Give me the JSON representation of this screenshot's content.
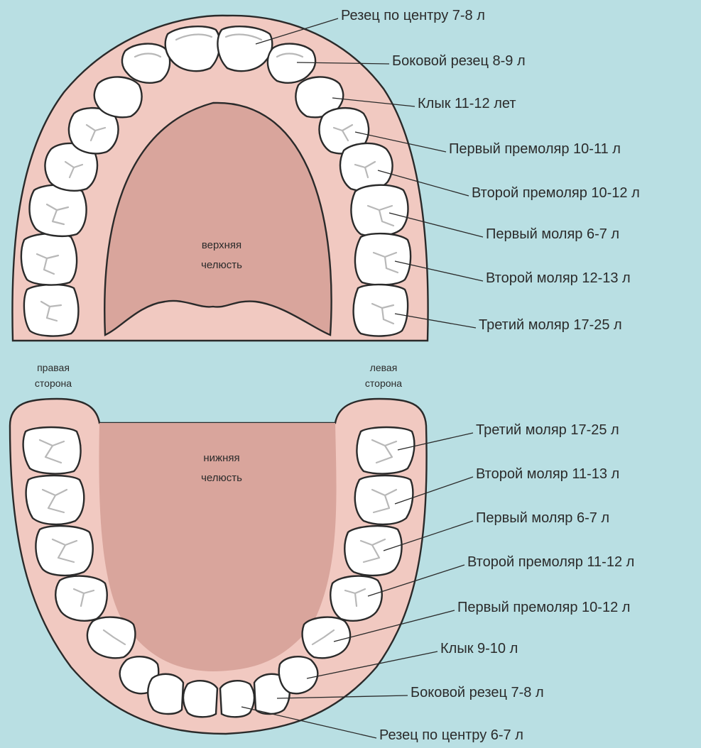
{
  "colors": {
    "background": "#b9dfe3",
    "gum": "#f1c9c1",
    "palate": "#d9a59c",
    "tooth": "#ffffff",
    "outline": "#2a2a2a"
  },
  "labels": {
    "upper_jaw": [
      "верхняя",
      "челюсть"
    ],
    "lower_jaw": [
      "нижняя",
      "челюсть"
    ],
    "right_side": [
      "правая",
      "сторона"
    ],
    "left_side": [
      "левая",
      "сторона"
    ]
  },
  "upper_teeth": [
    "Резец по центру 7-8 л",
    "Боковой резец 8-9 л",
    "Клык 11-12 лет",
    "Первый премоляр 10-11 л",
    "Второй премоляр 10-12 л",
    "Первый моляр 6-7 л",
    "Второй моляр 12-13 л",
    "Третий моляр 17-25 л"
  ],
  "lower_teeth": [
    "Третий моляр 17-25 л",
    "Второй моляр 11-13 л",
    "Первый моляр 6-7 л",
    "Второй премоляр 11-12 л",
    "Первый премоляр 10-12 л",
    "Клык 9-10 л",
    "Боковой резец 7-8 л",
    "Резец по центру 6-7 л"
  ]
}
